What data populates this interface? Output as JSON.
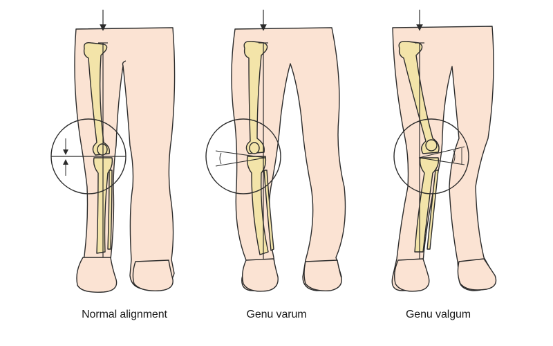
{
  "captions": [
    "Normal alignment",
    "Genu varum",
    "Genu valgum"
  ],
  "colors": {
    "skin": "#fbe3d3",
    "bone": "#f3e4a9",
    "outline": "#2b2b2b",
    "background": "#ffffff"
  }
}
